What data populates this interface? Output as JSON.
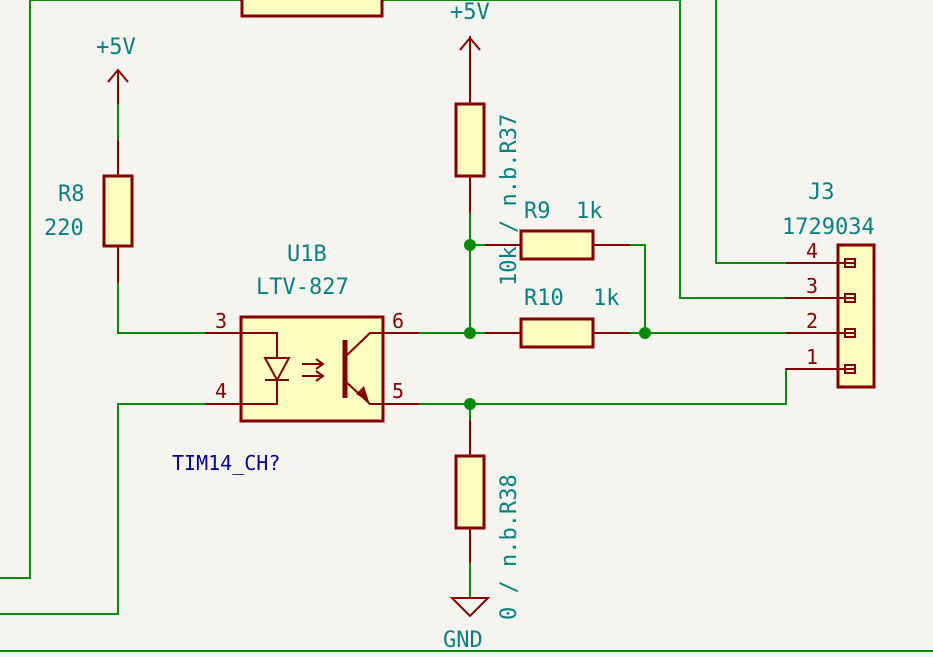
{
  "power": {
    "vcc_left": "+5V",
    "vcc_top": "+5V",
    "gnd": "GND"
  },
  "r8": {
    "ref": "R8",
    "value": "220"
  },
  "r37": {
    "label": "10k / n.b.R37"
  },
  "r38": {
    "label": "0 / n.b.R38"
  },
  "r9": {
    "ref": "R9",
    "value": "1k"
  },
  "r10": {
    "ref": "R10",
    "value": "1k"
  },
  "u1b": {
    "ref": "U1B",
    "value": "LTV-827",
    "pins": {
      "p3": "3",
      "p4": "4",
      "p5": "5",
      "p6": "6"
    }
  },
  "j3": {
    "ref": "J3",
    "value": "1729034",
    "pins": {
      "p1": "1",
      "p2": "2",
      "p3": "3",
      "p4": "4"
    }
  },
  "net_label": "TIM14_CH?",
  "colors": {
    "wire": "#0a8a0a",
    "component": "#840000",
    "component_fill": "#ffffc2",
    "reference_text": "#0b8080",
    "net_label_text": "#0000a0",
    "background": "#f5f4ef"
  }
}
